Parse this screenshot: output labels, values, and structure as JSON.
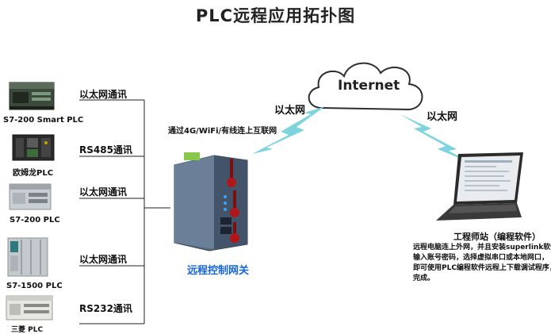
{
  "title": "PLC远程应用拓扑图",
  "plcs": [
    {
      "name": "S7-200 Smart PLC",
      "icon": "siemens-s7-200-smart-plc-icon",
      "link": "以太网通讯"
    },
    {
      "name": "欧姆龙PLC",
      "icon": "omron-plc-icon",
      "link": "RS485通讯"
    },
    {
      "name": "S7-200 PLC",
      "icon": "siemens-s7-200-plc-icon",
      "link": "以太网通讯"
    },
    {
      "name": "S7-1500 PLC",
      "icon": "siemens-s7-1500-plc-icon",
      "link": "以太网通讯"
    },
    {
      "name": "三菱 PLC",
      "icon": "mitsubishi-plc-icon",
      "link": "RS232通讯"
    }
  ],
  "gateway": {
    "connection_text": "通过4G/WiFi/有线连上互联网",
    "caption": "远程控制网关"
  },
  "cloud": {
    "label": "Internet"
  },
  "ethernet_left": "以太网",
  "ethernet_right": "以太网",
  "engineer": {
    "title": "工程师站（编程软件）",
    "description": [
      "远程电脑连上外网，并且安装superlink软件，",
      "输入账号密码，选择虚拟串口或本地网口，",
      "即可使用PLC编程软件远程上下载调试程序，",
      "完成。"
    ]
  },
  "colors": {
    "bolt": "#7fd3dc",
    "gateway_body": "#5e7288",
    "antenna": "#b01818",
    "caption": "#1565d8"
  }
}
